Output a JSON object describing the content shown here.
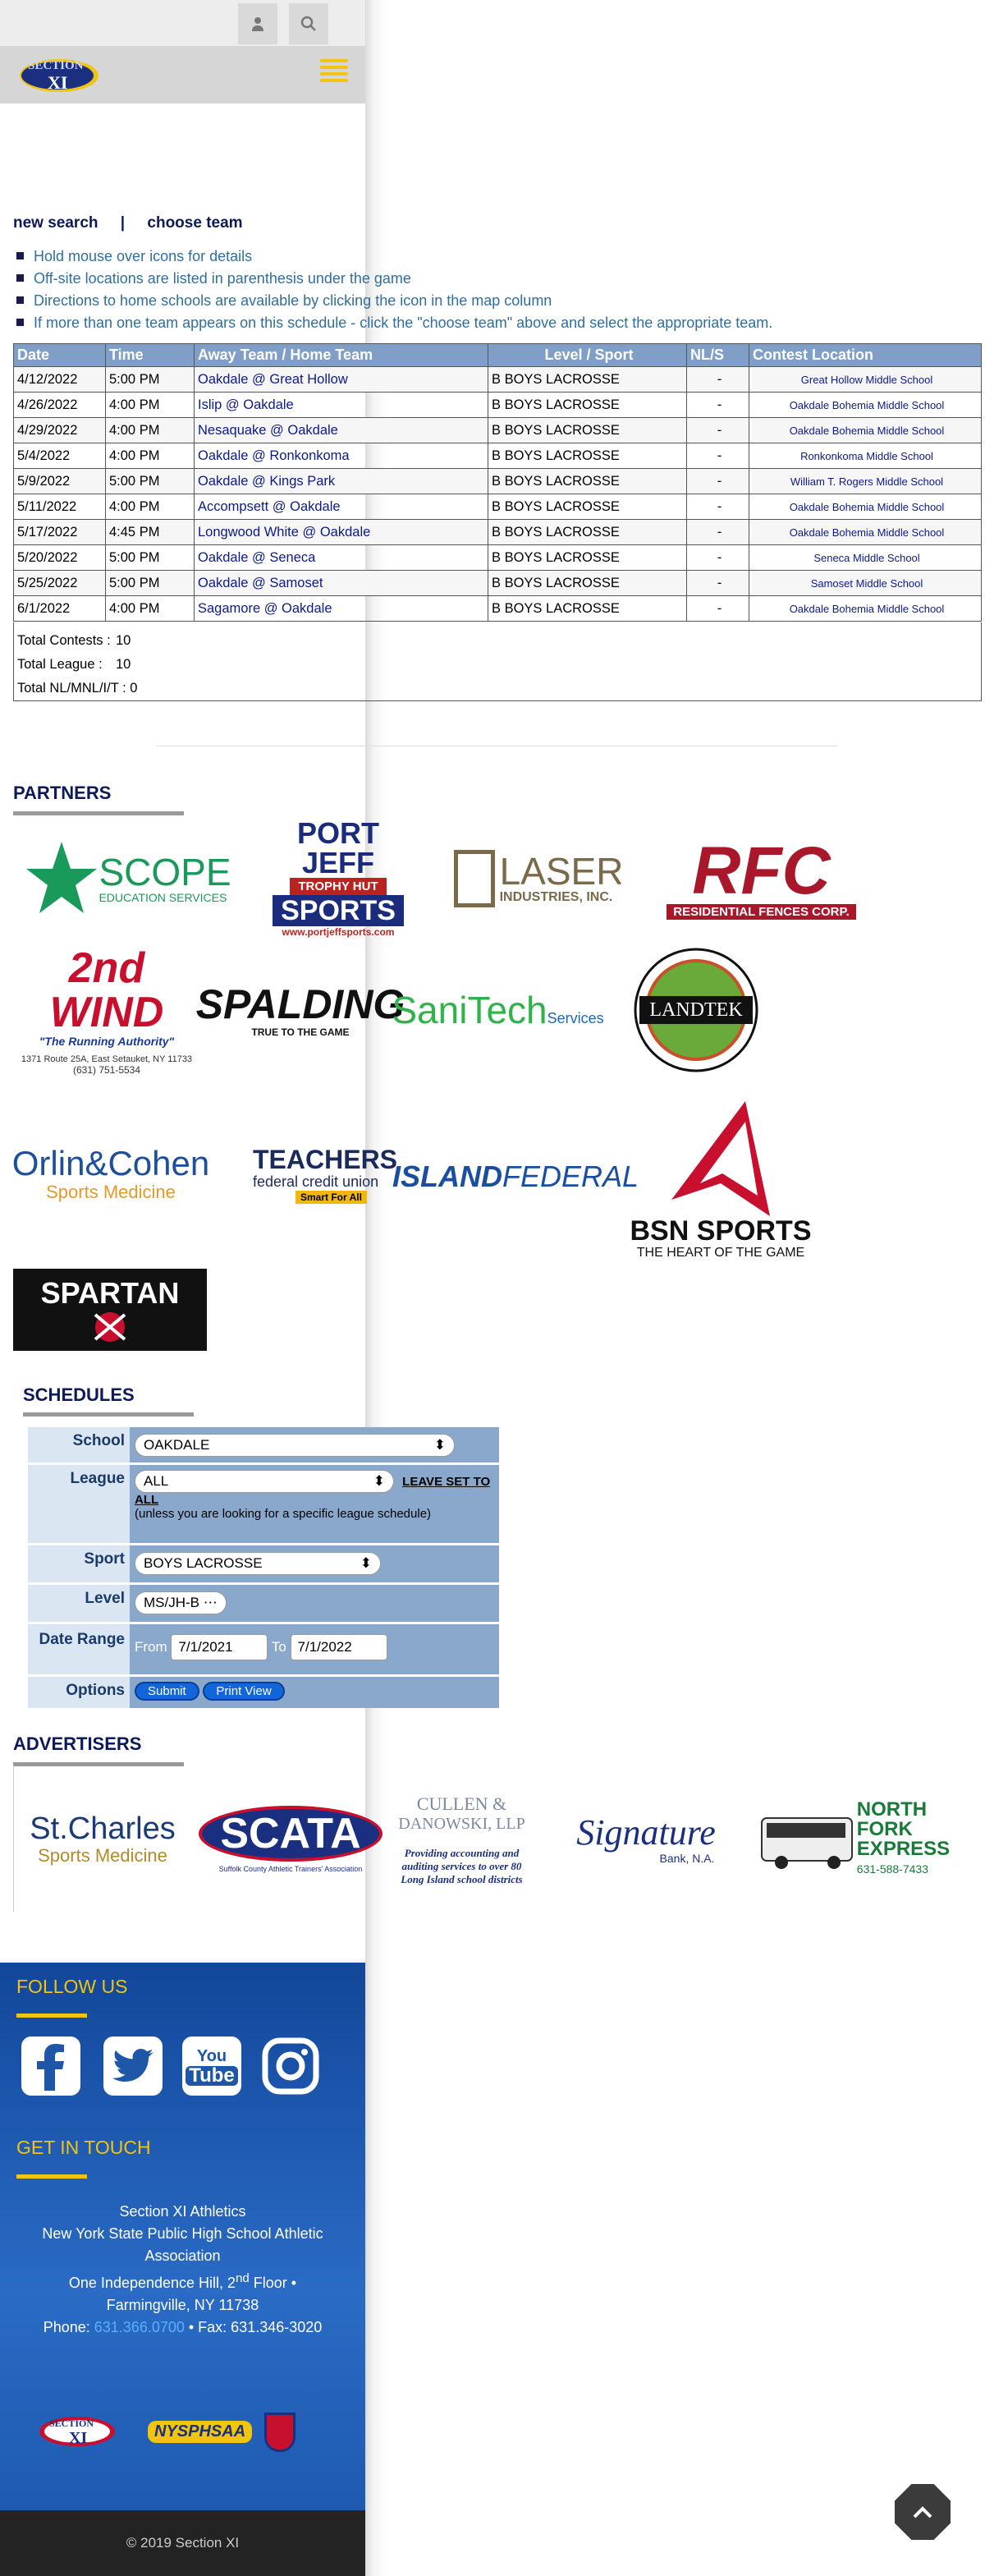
{
  "nav": {
    "user_icon": "user-icon",
    "search_icon": "search-icon",
    "menu_icon": "hamburger-menu-icon"
  },
  "links": {
    "new_search": "new search",
    "sep": "|",
    "choose_team": "choose team"
  },
  "instructions": [
    "Hold mouse over icons for details",
    "Off-site locations are listed in parenthesis under the game",
    "Directions to home schools are available by clicking the icon in the map column",
    "If more than one team appears on this schedule - click the \"choose team\" above and select the appropriate team."
  ],
  "table": {
    "headers": [
      "Date",
      "Time",
      "Away Team / Home Team",
      "Level / Sport",
      "NL/S",
      "Contest Location"
    ],
    "rows": [
      {
        "date": "4/12/2022",
        "time": "5:00 PM",
        "teams": "Oakdale @ Great Hollow",
        "level": "B BOYS LACROSSE",
        "nls": "-",
        "loc": "Great Hollow Middle School"
      },
      {
        "date": "4/26/2022",
        "time": "4:00 PM",
        "teams": "Islip @ Oakdale",
        "level": "B BOYS LACROSSE",
        "nls": "-",
        "loc": "Oakdale Bohemia Middle School"
      },
      {
        "date": "4/29/2022",
        "time": "4:00 PM",
        "teams": "Nesaquake @ Oakdale",
        "level": "B BOYS LACROSSE",
        "nls": "-",
        "loc": "Oakdale Bohemia Middle School"
      },
      {
        "date": "5/4/2022",
        "time": "4:00 PM",
        "teams": "Oakdale @ Ronkonkoma",
        "level": "B BOYS LACROSSE",
        "nls": "-",
        "loc": "Ronkonkoma Middle School"
      },
      {
        "date": "5/9/2022",
        "time": "5:00 PM",
        "teams": "Oakdale @ Kings Park",
        "level": "B BOYS LACROSSE",
        "nls": "-",
        "loc": "William T. Rogers Middle School"
      },
      {
        "date": "5/11/2022",
        "time": "4:00 PM",
        "teams": "Accompsett @ Oakdale",
        "level": "B BOYS LACROSSE",
        "nls": "-",
        "loc": "Oakdale Bohemia Middle School"
      },
      {
        "date": "5/17/2022",
        "time": "4:45 PM",
        "teams": "Longwood White @ Oakdale",
        "level": "B BOYS LACROSSE",
        "nls": "-",
        "loc": "Oakdale Bohemia Middle School"
      },
      {
        "date": "5/20/2022",
        "time": "5:00 PM",
        "teams": "Oakdale @ Seneca",
        "level": "B BOYS LACROSSE",
        "nls": "-",
        "loc": "Seneca Middle School"
      },
      {
        "date": "5/25/2022",
        "time": "5:00 PM",
        "teams": "Oakdale @ Samoset",
        "level": "B BOYS LACROSSE",
        "nls": "-",
        "loc": "Samoset Middle School"
      },
      {
        "date": "6/1/2022",
        "time": "4:00 PM",
        "teams": "Sagamore @ Oakdale",
        "level": "B BOYS LACROSSE",
        "nls": "-",
        "loc": "Oakdale Bohemia Middle School"
      }
    ]
  },
  "totals": {
    "contests_label": "Total Contests :",
    "contests": "10",
    "league_label": "Total League :",
    "league": "10",
    "nl_label": "Total NL/MNL/I/T : 0"
  },
  "partners": {
    "title": "PARTNERS",
    "items": [
      "SCOPE",
      "EDUCATION SERVICES",
      "PORT JEFF",
      "TROPHY HUT",
      "SPORTS",
      "www.portjeffsports.com",
      "LASER",
      "INDUSTRIES, INC.",
      "RFC",
      "RESIDENTIAL FENCES CORP.",
      "2nd WIND",
      "\"The Running Authority\"",
      "1371 Route 25A, East Setauket, NY 11733",
      "(631) 751-5534",
      "SPALDING",
      "TRUE TO THE GAME",
      "SaniTech",
      "Services",
      "LANDTEK",
      "Orlin&Cohen",
      "Sports Medicine",
      "TEACHERS",
      "federal credit union",
      "Smart For All",
      "ISLAND",
      "FEDERAL",
      "BSN SPORTS",
      "THE HEART OF THE GAME",
      "SPARTAN"
    ]
  },
  "schedules": {
    "title": "SCHEDULES",
    "school_label": "School",
    "school_value": "OAKDALE",
    "league_label": "League",
    "league_value": "ALL",
    "leave_set": "LEAVE SET TO",
    "leave_all": "ALL",
    "league_hint": "(unless you are looking for a specific league schedule)",
    "sport_label": "Sport",
    "sport_value": "BOYS LACROSSE",
    "level_label": "Level",
    "level_value": "MS/JH-B",
    "date_label": "Date Range",
    "from_label": "From",
    "from_value": "7/1/2021",
    "to_label": "To",
    "to_value": "7/1/2022",
    "options_label": "Options",
    "submit": "Submit",
    "print": "Print View"
  },
  "advertisers": {
    "title": "ADVERTISERS",
    "items": [
      "St.Charles",
      "Sports Medicine",
      "SCATA",
      "Suffolk County Athletic Trainers' Association",
      "CULLEN &",
      "DANOWSKI, LLP",
      "Providing accounting and",
      "auditing services to over 80",
      "Long Island school districts",
      "Signature",
      "Bank, N.A.",
      "NORTH",
      "FORK",
      "EXPRESS",
      "631-588-7433"
    ]
  },
  "footer": {
    "follow": "FOLLOW US",
    "touch": "GET IN TOUCH",
    "line1": "Section XI Athletics",
    "line2": "New York State Public High School Athletic Association",
    "line3a": "One Independence Hill, 2",
    "line3sup": "nd",
    "line3b": " Floor •",
    "line4": "Farmingville, NY 11738",
    "phone_label": "Phone: ",
    "phone": "631.366.0700",
    "fax": " • Fax: 631.346-3020",
    "copyright": "© 2019 Section XI",
    "nys": "NYSPHSAA"
  },
  "brand": {
    "section": "SECTION",
    "xi": "XI"
  }
}
